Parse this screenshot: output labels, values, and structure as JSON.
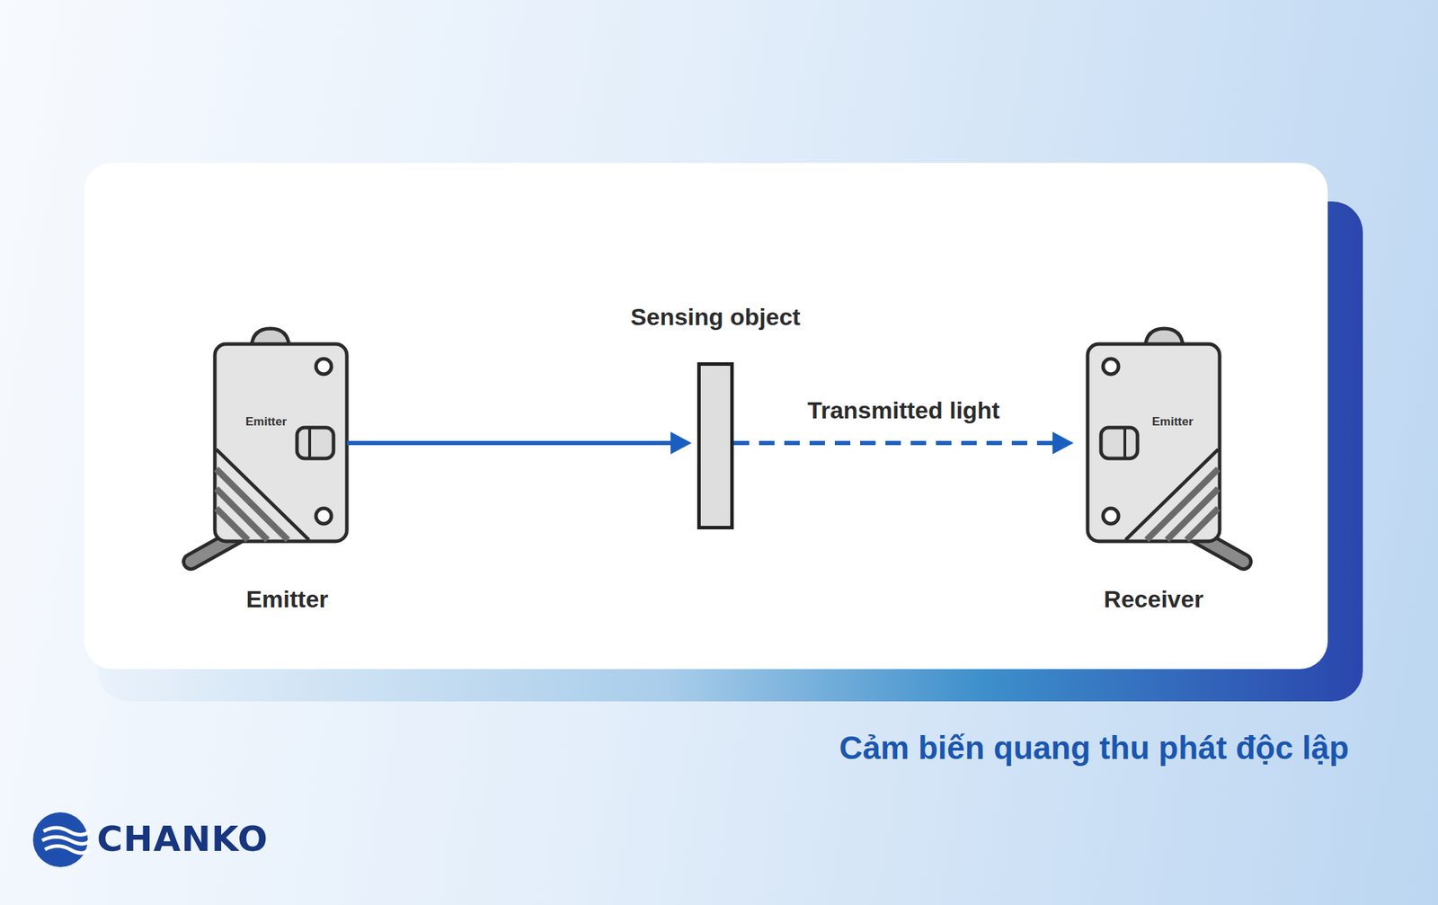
{
  "diagram": {
    "caption": "Cảm biến quang thu phát độc lập",
    "nodes": [
      {
        "text": [
          "Emitter",
          "Emitter"
        ]
      },
      {
        "text": [
          "Sensing object"
        ]
      },
      {
        "text": [
          "Emitter",
          "Receiver"
        ]
      }
    ],
    "edges": [
      {
        "from": 0,
        "to": 1,
        "arrow": "to"
      },
      {
        "from": 1,
        "to": 2,
        "label": "Transmitted light",
        "arrow": "to"
      }
    ],
    "labels": [
      "CHANKO"
    ]
  }
}
